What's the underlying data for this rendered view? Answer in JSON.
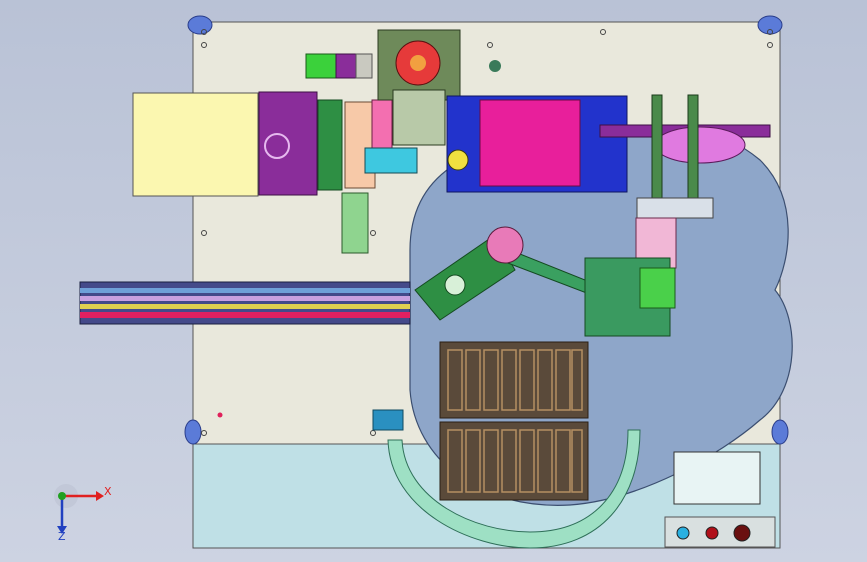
{
  "viewport": {
    "background_top": "#b9c2d6",
    "background_bottom": "#cdd3e2"
  },
  "triad": {
    "x_label": "X",
    "z_label": "Z",
    "x_color": "#e02020",
    "z_color": "#2040c0",
    "y_color": "#20a020"
  },
  "palette": {
    "plate": "#e9e8dc",
    "lower_panel": "#bfe0e6",
    "disk": "#8ea6c9",
    "yellow_box": "#fbf7b0",
    "motor_purple": "#8a2d9a",
    "magenta_block": "#e81f9b",
    "blue_frame": "#2233cc",
    "green": "#2e8f44",
    "tray": "#5a4a3a",
    "guide_arc": "#9ee0c4"
  },
  "panel_buttons": [
    {
      "name": "start-button",
      "color": "#2ab0e0"
    },
    {
      "name": "stop-button",
      "color": "#b0101a"
    },
    {
      "name": "emergency-button",
      "color": "#6a1010"
    }
  ]
}
